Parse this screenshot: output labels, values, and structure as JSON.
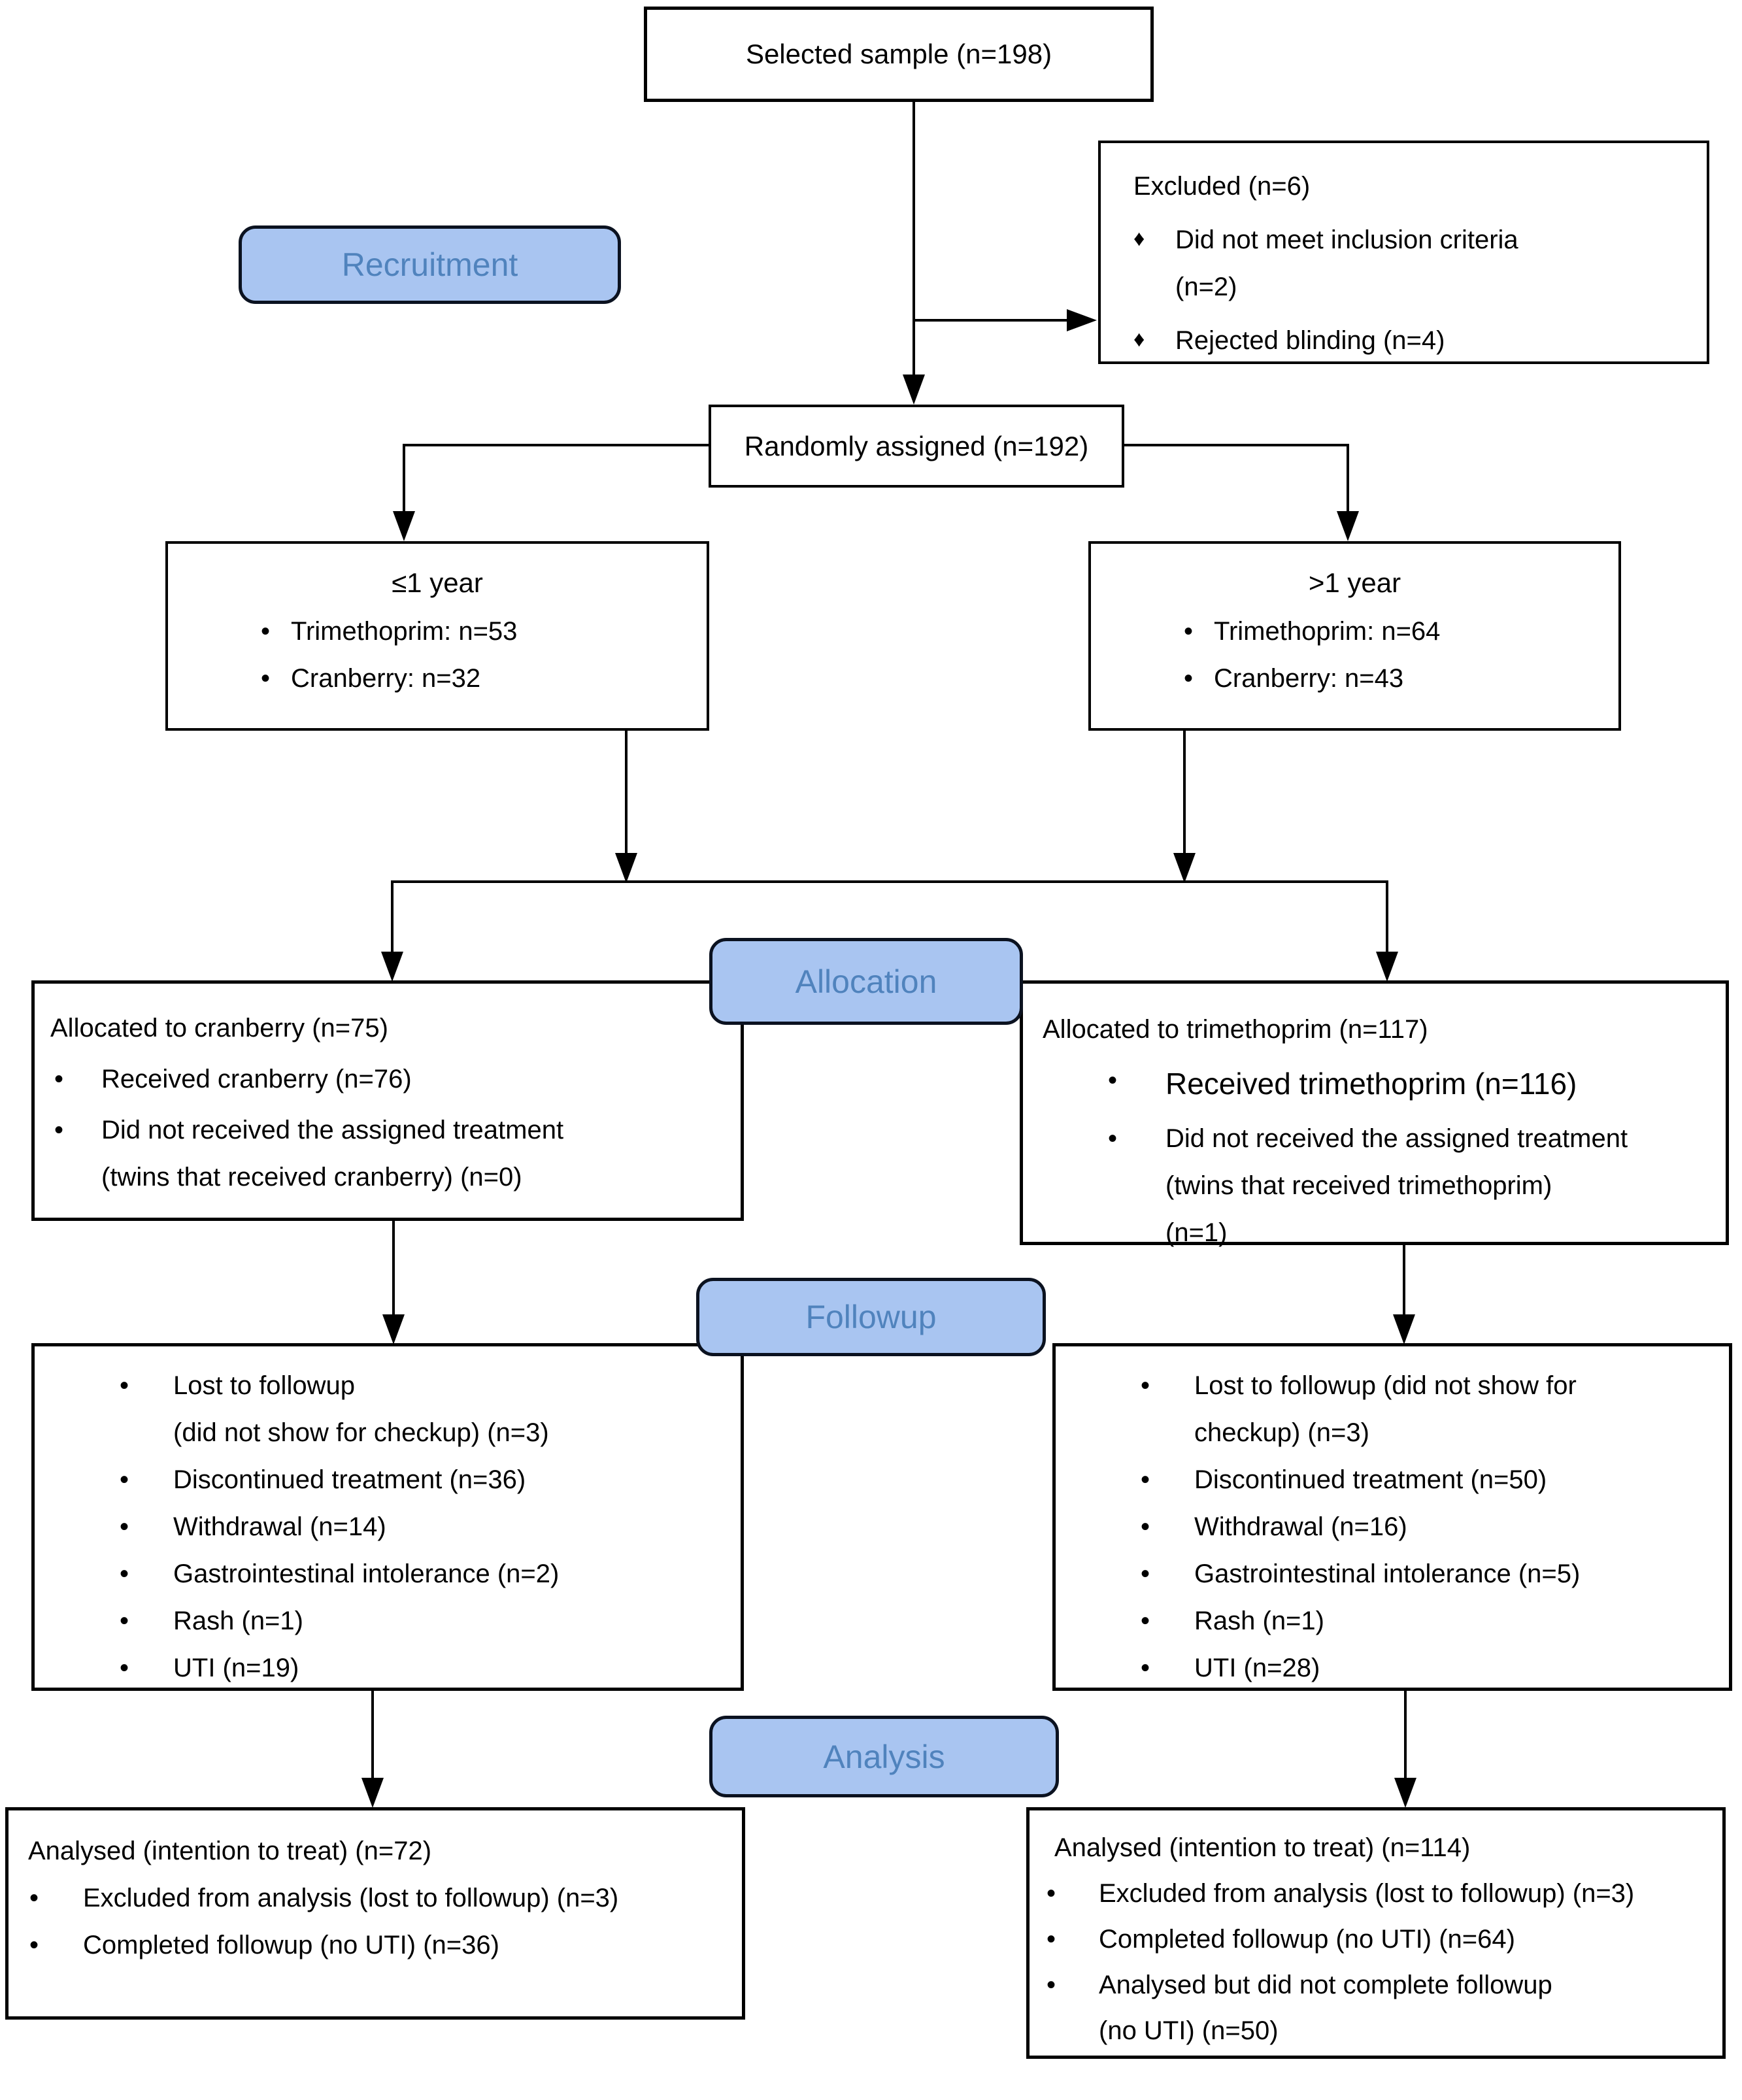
{
  "colors": {
    "label_fill": "#a9c5f1",
    "label_text": "#5083bd",
    "line": "#000000",
    "box_bg": "#ffffff"
  },
  "glyphs": {
    "dot": "•",
    "diamond": "♦"
  },
  "phases": {
    "recruitment": "Recruitment",
    "allocation": "Allocation",
    "followup": "Followup",
    "analysis": "Analysis"
  },
  "boxes": {
    "selected_sample": {
      "title": "Selected sample (n=198)"
    },
    "excluded": {
      "title": "Excluded (n=6)",
      "items": [
        "Did not meet inclusion criteria\n(n=2)",
        "Rejected blinding (n=4)"
      ]
    },
    "randomly_assigned": {
      "title": "Randomly assigned (n=192)"
    },
    "year_le1": {
      "title": "≤1 year",
      "items": [
        "Trimethoprim: n=53",
        "Cranberry: n=32"
      ]
    },
    "year_gt1": {
      "title": ">1 year",
      "items": [
        "Trimethoprim: n=64",
        "Cranberry: n=43"
      ]
    },
    "alloc_cranberry": {
      "title": "Allocated to cranberry (n=75)",
      "items": [
        "Received cranberry (n=76)",
        "Did not received the assigned treatment\n(twins that received cranberry) (n=0)"
      ]
    },
    "alloc_trimethoprim": {
      "title": "Allocated to trimethoprim (n=117)",
      "items": [
        "Received trimethoprim (n=116)",
        "Did not received the assigned treatment\n(twins that received trimethoprim)\n(n=1)"
      ]
    },
    "followup_cranberry": {
      "items": [
        "Lost to followup\n(did not show for checkup) (n=3)",
        "Discontinued treatment (n=36)",
        "Withdrawal (n=14)",
        "Gastrointestinal intolerance (n=2)",
        "Rash (n=1)",
        "UTI (n=19)"
      ]
    },
    "followup_trimethoprim": {
      "items": [
        "Lost to followup (did not show for\ncheckup) (n=3)",
        "Discontinued treatment (n=50)",
        "Withdrawal (n=16)",
        "Gastrointestinal intolerance (n=5)",
        "Rash (n=1)",
        "UTI (n=28)"
      ]
    },
    "analysis_cranberry": {
      "title": "Analysed (intention to treat) (n=72)",
      "items": [
        "Excluded from analysis (lost to followup) (n=3)",
        "Completed followup (no UTI) (n=36)"
      ]
    },
    "analysis_trimethoprim": {
      "title": "Analysed (intention to treat) (n=114)",
      "items": [
        "Excluded from analysis (lost to followup) (n=3)",
        "Completed followup (no UTI) (n=64)",
        "Analysed but did not complete followup\n(no UTI) (n=50)"
      ]
    }
  }
}
